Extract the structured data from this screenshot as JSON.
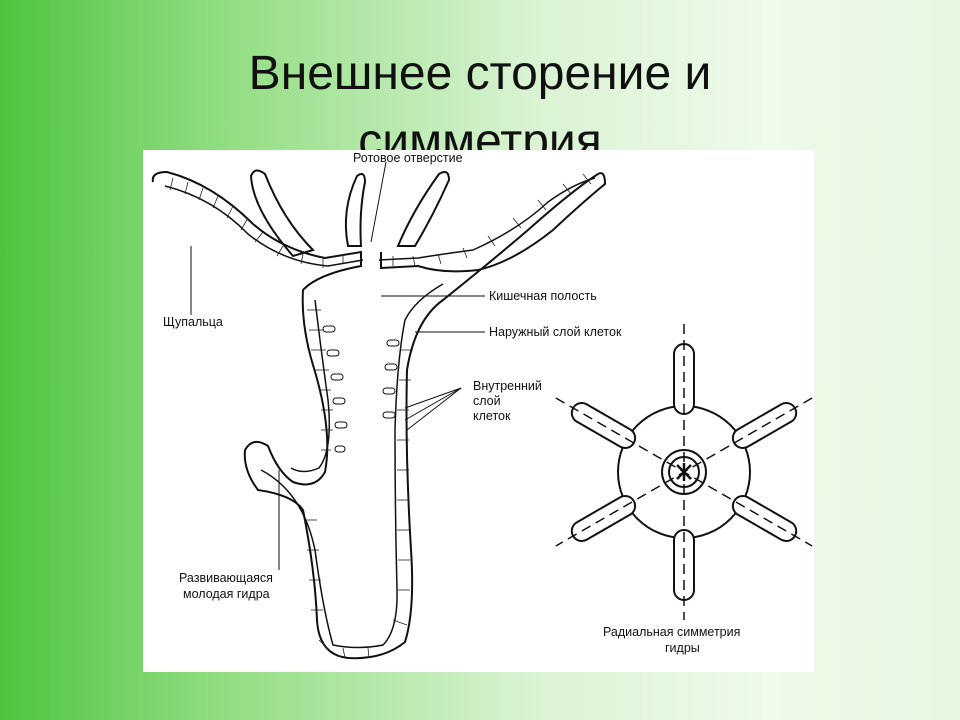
{
  "slide": {
    "title_line1": "Внешнее сторение и",
    "title_line2": "симметрия"
  },
  "labels": {
    "mouth": "Ротовое отверстие",
    "tentacles": "Щупальца",
    "gut_cavity": "Кишечная полость",
    "outer_layer": "Наружный слой клеток",
    "inner_layer_1": "Внутренний",
    "inner_layer_2": "слой",
    "inner_layer_3": "клеток",
    "bud_1": "Развивающаяся",
    "bud_2": "молодая гидра",
    "symmetry_1": "Радиальная симметрия",
    "symmetry_2": "гидры"
  },
  "colors": {
    "ink": "#111111",
    "panel": "#ffffff"
  }
}
